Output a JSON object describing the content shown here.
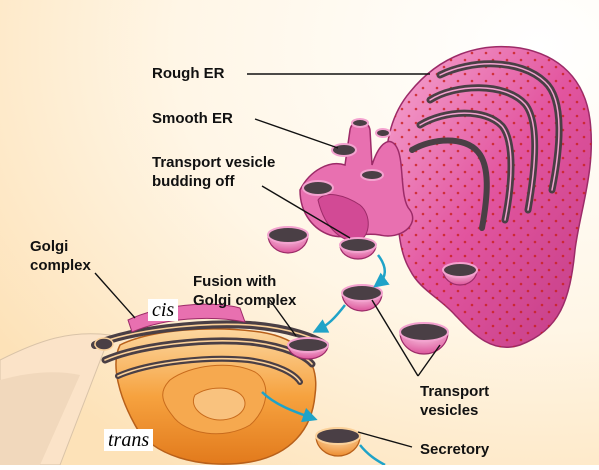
{
  "labels": {
    "rough_er": "Rough ER",
    "smooth_er": "Smooth ER",
    "transport_vesicle_budding_line1": "Transport vesicle",
    "transport_vesicle_budding_line2": "budding off",
    "golgi_line1": "Golgi",
    "golgi_line2": "complex",
    "fusion_line1": "Fusion with",
    "fusion_line2": "Golgi complex",
    "cis": "cis",
    "trans": "trans",
    "transport_vesicles_line1": "Transport",
    "transport_vesicles_line2": "vesicles",
    "secretory": "Secretory"
  },
  "colors": {
    "er_pink": "#e2559f",
    "er_pink_light": "#f3a2cf",
    "er_dots": "#c8201e",
    "er_lumen": "#4a3f45",
    "golgi_orange": "#f39a3a",
    "golgi_light": "#fbd19a",
    "cell_background": "#fde6c3",
    "arrow_teal": "#1fa3c8"
  },
  "icons": {
    "vesicle": "vesicle-icon",
    "arrow": "curved-arrow-icon"
  }
}
